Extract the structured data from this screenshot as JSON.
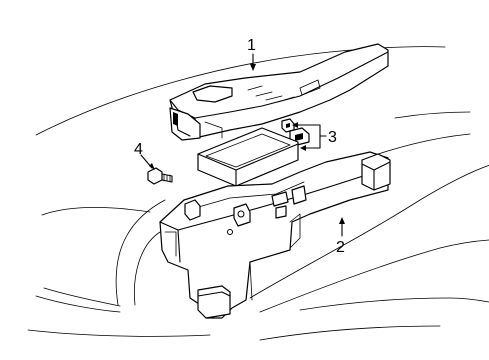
{
  "diagram": {
    "callouts": [
      {
        "id": "1",
        "label": "1"
      },
      {
        "id": "2",
        "label": "2"
      },
      {
        "id": "3",
        "label": "3"
      },
      {
        "id": "4",
        "label": "4"
      }
    ]
  },
  "colors": {
    "line": "#000000",
    "background": "#ffffff"
  }
}
